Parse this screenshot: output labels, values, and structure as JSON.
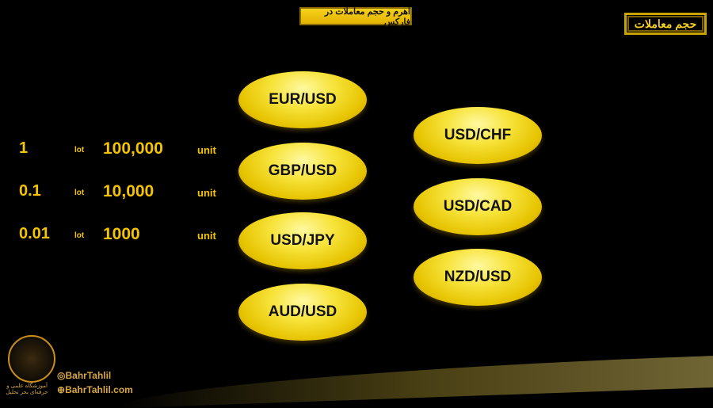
{
  "header": {
    "title": "اهرم و حجم معاملات در فارکس",
    "section": "حجم معاملات"
  },
  "lots": [
    {
      "amount": "1",
      "lot": "lot",
      "units": "100,000",
      "unit": "unit"
    },
    {
      "amount": "0.1",
      "lot": "lot",
      "units": "10,000",
      "unit": "unit"
    },
    {
      "amount": "0.01",
      "lot": "lot",
      "units": "1000",
      "unit": "unit"
    }
  ],
  "pairs_left": [
    "EUR/USD",
    "GBP/USD",
    "USD/JPY",
    "AUD/USD"
  ],
  "pairs_right": [
    "USD/CHF",
    "USD/CAD",
    "NZD/USD"
  ],
  "footer": {
    "instagram": "BahrTahlil",
    "website": "BahrTahlil.com",
    "logo_caption": "آموزشگاه علمی و حرفه‌ای بحر تحلیل"
  }
}
